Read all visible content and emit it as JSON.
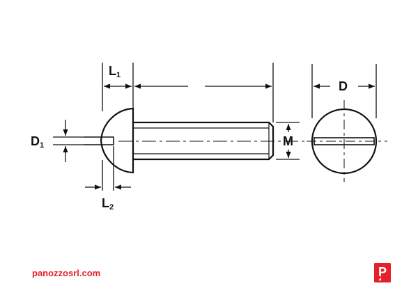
{
  "labels": {
    "L1_main": "L",
    "L1_sub": "1",
    "L2_main": "L",
    "L2_sub": "2",
    "D1_main": "D",
    "D1_sub": "1",
    "M": "M",
    "D": "D"
  },
  "footer": {
    "website": "panozzosrl.com"
  },
  "logo": {
    "letter": "P"
  },
  "colors": {
    "line": "#111111",
    "brand_red": "#e4202a"
  }
}
